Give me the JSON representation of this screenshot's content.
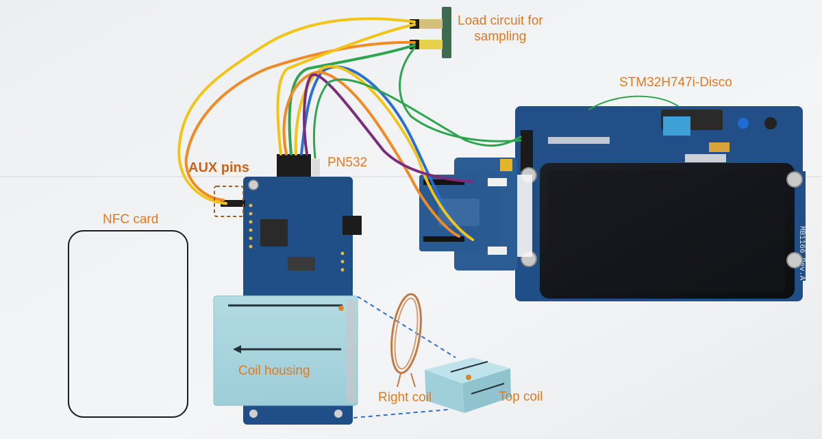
{
  "labels": {
    "load_circuit": "Load circuit for sampling",
    "load_circuit_line1": "Load circuit for",
    "load_circuit_line2": "sampling",
    "stm32": "STM32H747i-Disco",
    "aux_pins": "AUX pins",
    "pn532": "PN532",
    "nfc_card": "NFC card",
    "coil_housing": "Coil housing",
    "right_coil": "Right coil",
    "top_coil": "Top coil"
  },
  "colors": {
    "annotation": "#e07a22",
    "board_blue": "#1f4f86",
    "foam_blue": "#a9d6df",
    "lcd_black": "#111418",
    "wire_yellow": "#f2c417",
    "wire_orange": "#f08a24",
    "wire_green": "#2ea44f",
    "wire_purple": "#7a2e7a",
    "wire_blue": "#2b6fd1",
    "dash_blue": "#2b6fd1"
  }
}
